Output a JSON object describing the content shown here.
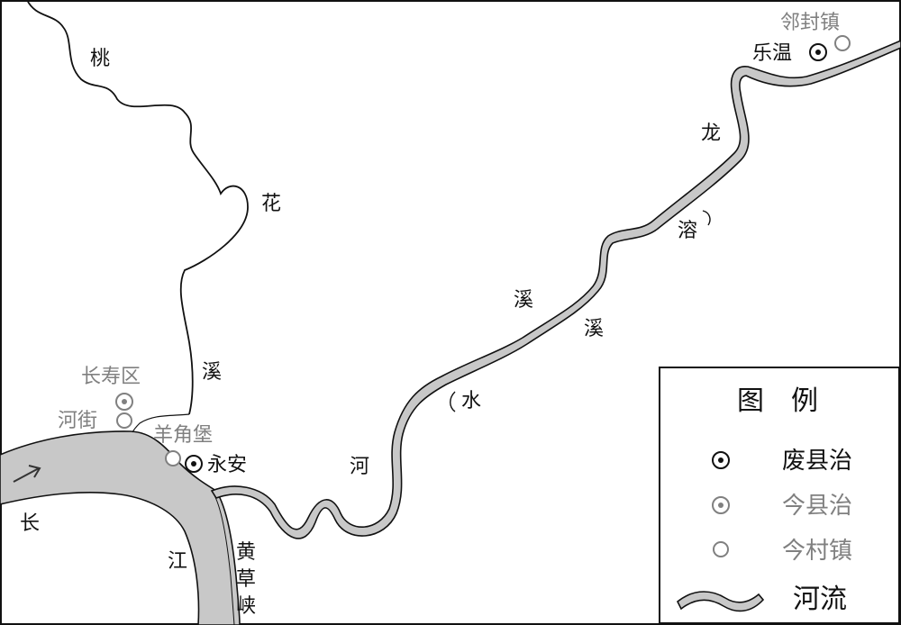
{
  "rivers": {
    "taohuaxi": [
      "桃",
      "花",
      "溪"
    ],
    "longrongxi": [
      "龙",
      "溶"
    ],
    "xixi": [
      "溪",
      "溪"
    ],
    "heshui": [
      "河",
      "水"
    ],
    "changjiang": [
      "长",
      "江"
    ],
    "huangcaoxia": [
      "黄",
      "草",
      "峡"
    ]
  },
  "places": {
    "lewen": "乐温",
    "linfengzhen": "邻封镇",
    "yongan": "永安",
    "yangjiaobao": "羊角堡",
    "changshouqu": "长寿区",
    "hejie": "河街"
  },
  "legend": {
    "title": "图　例",
    "items": [
      {
        "label": "废县治",
        "symbol": "bullseye-black",
        "color": "#111111"
      },
      {
        "label": "今县治",
        "symbol": "bullseye-gray",
        "color": "#808080"
      },
      {
        "label": "今村镇",
        "symbol": "circle-gray",
        "color": "#808080"
      },
      {
        "label": "河流",
        "symbol": "river-swatch",
        "color": "#111111"
      }
    ]
  },
  "colors": {
    "river_fill": "#c8c8c8",
    "river_stroke": "#111111",
    "current_label": "#111111",
    "modern_label": "#808080"
  },
  "icons": {
    "flow_direction": "arrow-icon"
  }
}
